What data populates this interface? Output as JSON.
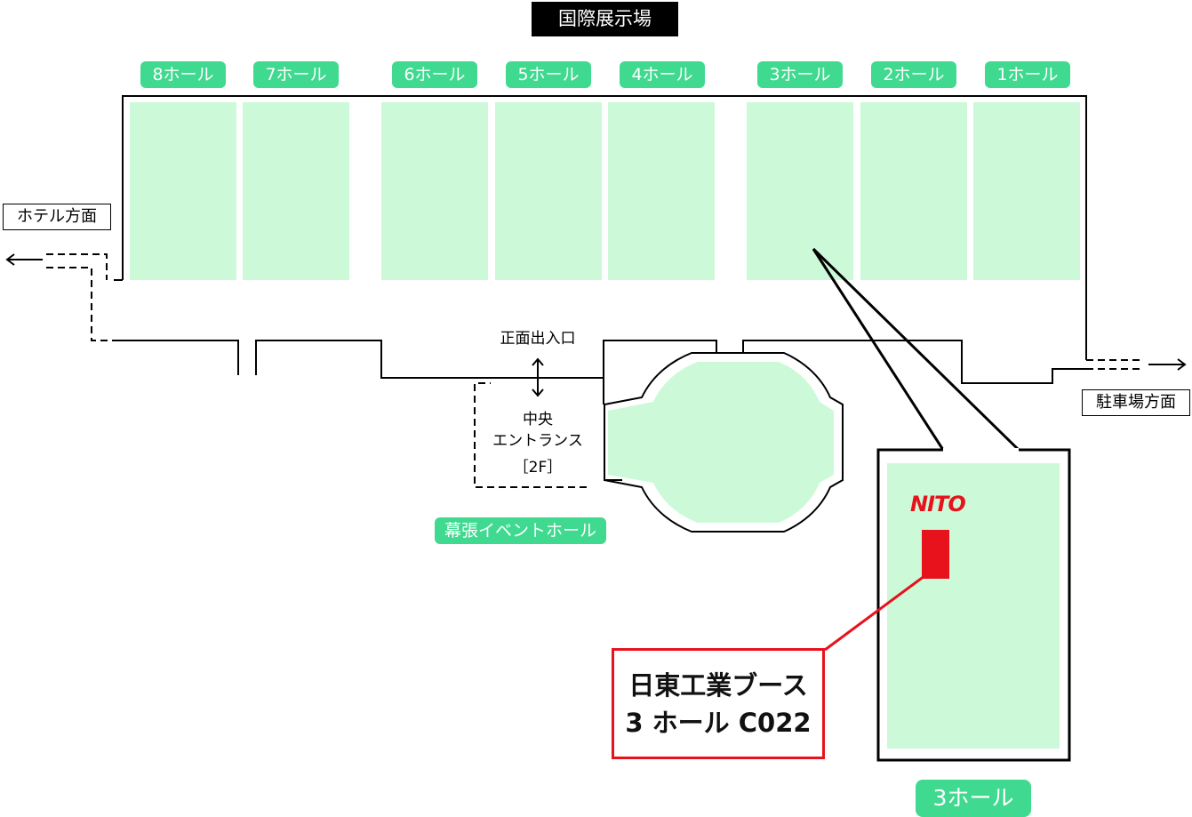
{
  "title": "国際展示場",
  "halls": [
    "8ホール",
    "7ホール",
    "6ホール",
    "5ホール",
    "4ホール",
    "3ホール",
    "2ホール",
    "1ホール"
  ],
  "directions": {
    "hotel": "ホテル方面",
    "parking": "駐車場方面"
  },
  "entrance": {
    "main": "正面出入口",
    "central_line1": "中央",
    "central_line2": "エントランス",
    "floor": "［2F］"
  },
  "event_hall": "幕張イベントホール",
  "booth": {
    "line1": "日東工業ブース",
    "line2": "3 ホール C022",
    "logo": "NITO"
  },
  "zoom_hall": "3ホール",
  "colors": {
    "hall_fill": "#ccfad8",
    "label_green": "#3fd98f",
    "booth_red": "#e8121d"
  }
}
